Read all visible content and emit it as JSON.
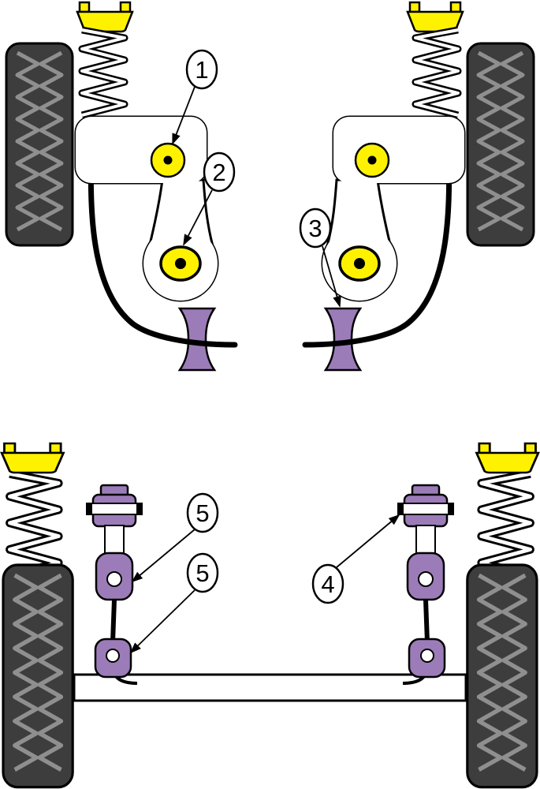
{
  "diagram": {
    "type": "suspension-bush-parts-diagram",
    "callouts": [
      {
        "label": "1",
        "target": "wishbone-front-bush-left"
      },
      {
        "label": "2",
        "target": "wishbone-rear-bush-left"
      },
      {
        "label": "3",
        "target": "anti-roll-bar-clamp-bush-right"
      },
      {
        "label": "4",
        "target": "link-upper-bracket-bush-right"
      },
      {
        "label": "5",
        "target": "link-upper-eye-bush-left"
      },
      {
        "label": "5",
        "target": "link-lower-eye-bush-left"
      }
    ],
    "colors": {
      "yellow": "#FFF200",
      "purple": "#9C7CB8",
      "tire": "#3D3D3D",
      "tread": "#8F8F8F",
      "outline": "#000000",
      "white": "#FFFFFF"
    }
  }
}
